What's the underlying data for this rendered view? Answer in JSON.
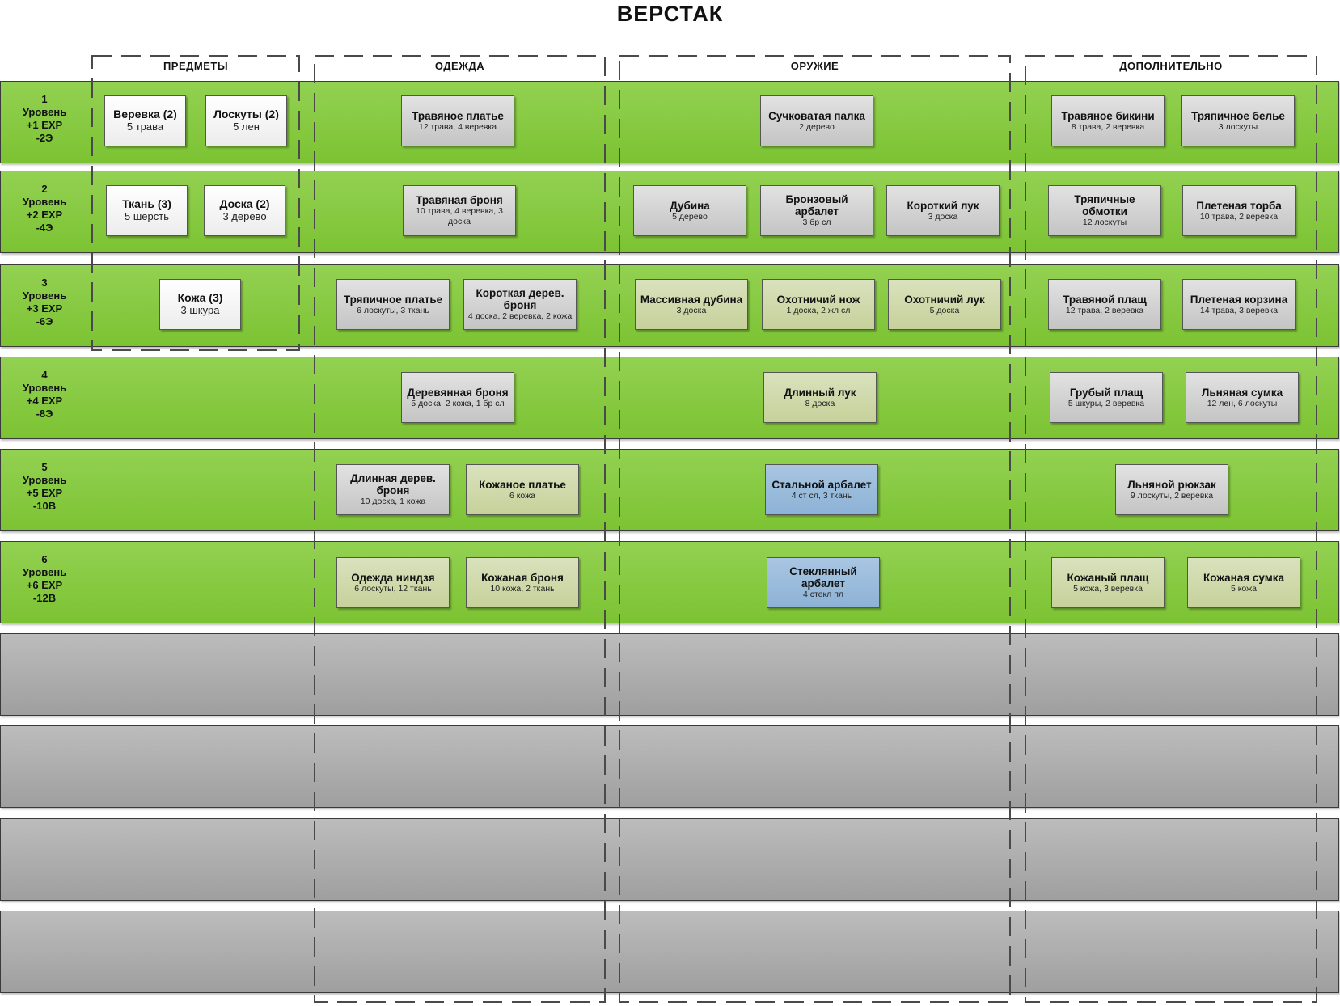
{
  "title": "ВЕРСТАК",
  "columns": [
    "ПРЕДМЕТЫ",
    "ОДЕЖДА",
    "ОРУЖИЕ",
    "ДОПОЛНИТЕЛЬНО"
  ],
  "colors": {
    "row_green": "#85c83f",
    "row_gray": "#adadad",
    "box_white": "#f6f6f6",
    "box_gray": "#d3d3d3",
    "box_khaki": "#cfd9ab",
    "box_blue": "#9bbcdc"
  },
  "levels": [
    {
      "num": "1",
      "label": "Уровень",
      "exp": "+1 EXP",
      "cost": "-2Э"
    },
    {
      "num": "2",
      "label": "Уровень",
      "exp": "+2 EXP",
      "cost": "-4Э"
    },
    {
      "num": "3",
      "label": "Уровень",
      "exp": "+3 EXP",
      "cost": "-6Э"
    },
    {
      "num": "4",
      "label": "Уровень",
      "exp": "+4 EXP",
      "cost": "-8Э"
    },
    {
      "num": "5",
      "label": "Уровень",
      "exp": "+5 EXP",
      "cost": "-10В"
    },
    {
      "num": "6",
      "label": "Уровень",
      "exp": "+6 EXP",
      "cost": "-12В"
    }
  ],
  "empty_rows": 4,
  "items": [
    {
      "level": 1,
      "column": "ПРЕДМЕТЫ",
      "style": "white",
      "title": "Веревка (2)",
      "recipe": "5 трава"
    },
    {
      "level": 1,
      "column": "ПРЕДМЕТЫ",
      "style": "white",
      "title": "Лоскуты (2)",
      "recipe": "5 лен"
    },
    {
      "level": 1,
      "column": "ОДЕЖДА",
      "style": "gray",
      "title": "Травяное платье",
      "recipe": "12 трава, 4 веревка"
    },
    {
      "level": 1,
      "column": "ОРУЖИЕ",
      "style": "gray",
      "title": "Сучковатая палка",
      "recipe": "2 дерево"
    },
    {
      "level": 1,
      "column": "ДОПОЛНИТЕЛЬНО",
      "style": "gray",
      "title": "Травяное бикини",
      "recipe": "8 трава, 2 веревка"
    },
    {
      "level": 1,
      "column": "ДОПОЛНИТЕЛЬНО",
      "style": "gray",
      "title": "Тряпичное белье",
      "recipe": "3 лоскуты"
    },
    {
      "level": 2,
      "column": "ПРЕДМЕТЫ",
      "style": "white",
      "title": "Ткань (3)",
      "recipe": "5 шерсть"
    },
    {
      "level": 2,
      "column": "ПРЕДМЕТЫ",
      "style": "white",
      "title": "Доска (2)",
      "recipe": "3 дерево"
    },
    {
      "level": 2,
      "column": "ОДЕЖДА",
      "style": "gray",
      "title": "Травяная броня",
      "recipe": "10 трава, 4 веревка, 3 доска"
    },
    {
      "level": 2,
      "column": "ОРУЖИЕ",
      "style": "gray",
      "title": "Дубина",
      "recipe": "5 дерево"
    },
    {
      "level": 2,
      "column": "ОРУЖИЕ",
      "style": "gray",
      "title": "Бронзовый арбалет",
      "recipe": "3 бр сл"
    },
    {
      "level": 2,
      "column": "ОРУЖИЕ",
      "style": "gray",
      "title": "Короткий лук",
      "recipe": "3 доска"
    },
    {
      "level": 2,
      "column": "ДОПОЛНИТЕЛЬНО",
      "style": "gray",
      "title": "Тряпичные обмотки",
      "recipe": "12 лоскуты"
    },
    {
      "level": 2,
      "column": "ДОПОЛНИТЕЛЬНО",
      "style": "gray",
      "title": "Плетеная торба",
      "recipe": "10 трава, 2 веревка"
    },
    {
      "level": 3,
      "column": "ПРЕДМЕТЫ",
      "style": "white",
      "title": "Кожа (3)",
      "recipe": "3 шкура"
    },
    {
      "level": 3,
      "column": "ОДЕЖДА",
      "style": "gray",
      "title": "Тряпичное платье",
      "recipe": "6 лоскуты, 3 ткань"
    },
    {
      "level": 3,
      "column": "ОДЕЖДА",
      "style": "gray",
      "title": "Короткая дерев. броня",
      "recipe": "4 доска, 2 веревка, 2 кожа"
    },
    {
      "level": 3,
      "column": "ОРУЖИЕ",
      "style": "khaki",
      "title": "Массивная дубина",
      "recipe": "3 доска"
    },
    {
      "level": 3,
      "column": "ОРУЖИЕ",
      "style": "khaki",
      "title": "Охотничий нож",
      "recipe": "1 доска, 2 жл сл"
    },
    {
      "level": 3,
      "column": "ОРУЖИЕ",
      "style": "khaki",
      "title": "Охотничий лук",
      "recipe": "5 доска"
    },
    {
      "level": 3,
      "column": "ДОПОЛНИТЕЛЬНО",
      "style": "gray",
      "title": "Травяной плащ",
      "recipe": "12 трава, 2 веревка"
    },
    {
      "level": 3,
      "column": "ДОПОЛНИТЕЛЬНО",
      "style": "gray",
      "title": "Плетеная корзина",
      "recipe": "14 трава, 3 веревка"
    },
    {
      "level": 4,
      "column": "ОДЕЖДА",
      "style": "gray",
      "title": "Деревянная броня",
      "recipe": "5 доска, 2 кожа, 1 бр сл"
    },
    {
      "level": 4,
      "column": "ОРУЖИЕ",
      "style": "khaki",
      "title": "Длинный лук",
      "recipe": "8 доска"
    },
    {
      "level": 4,
      "column": "ДОПОЛНИТЕЛЬНО",
      "style": "gray",
      "title": "Грубый плащ",
      "recipe": "5 шкуры, 2 веревка"
    },
    {
      "level": 4,
      "column": "ДОПОЛНИТЕЛЬНО",
      "style": "gray",
      "title": "Льняная сумка",
      "recipe": "12 лен, 6 лоскуты"
    },
    {
      "level": 5,
      "column": "ОДЕЖДА",
      "style": "gray",
      "title": "Длинная дерев. броня",
      "recipe": "10 доска, 1 кожа"
    },
    {
      "level": 5,
      "column": "ОДЕЖДА",
      "style": "khaki",
      "title": "Кожаное платье",
      "recipe": "6 кожа"
    },
    {
      "level": 5,
      "column": "ОРУЖИЕ",
      "style": "blue",
      "title": "Стальной арбалет",
      "recipe": "4 ст сл, 3 ткань"
    },
    {
      "level": 5,
      "column": "ДОПОЛНИТЕЛЬНО",
      "style": "gray",
      "title": "Льняной рюкзак",
      "recipe": "9 лоскуты, 2 веревка"
    },
    {
      "level": 6,
      "column": "ОДЕЖДА",
      "style": "khaki",
      "title": "Одежда ниндзя",
      "recipe": "6 лоскуты, 12 ткань"
    },
    {
      "level": 6,
      "column": "ОДЕЖДА",
      "style": "khaki",
      "title": "Кожаная броня",
      "recipe": "10 кожа, 2 ткань"
    },
    {
      "level": 6,
      "column": "ОРУЖИЕ",
      "style": "blue",
      "title": "Стеклянный арбалет",
      "recipe": "4 стекл пл"
    },
    {
      "level": 6,
      "column": "ДОПОЛНИТЕЛЬНО",
      "style": "khaki",
      "title": "Кожаный плащ",
      "recipe": "5 кожа, 3 веревка"
    },
    {
      "level": 6,
      "column": "ДОПОЛНИТЕЛЬНО",
      "style": "khaki",
      "title": "Кожаная сумка",
      "recipe": "5 кожа"
    }
  ]
}
